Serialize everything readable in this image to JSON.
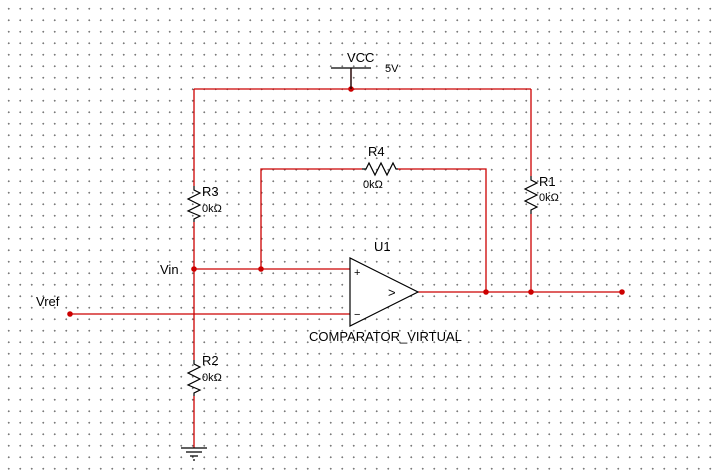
{
  "supply": {
    "name": "VCC",
    "value": "5V"
  },
  "resistors": {
    "r1": {
      "ref": "R1",
      "value": "0kΩ"
    },
    "r2": {
      "ref": "R2",
      "value": "0kΩ"
    },
    "r3": {
      "ref": "R3",
      "value": "0kΩ"
    },
    "r4": {
      "ref": "R4",
      "value": "0kΩ"
    }
  },
  "comparator": {
    "ref": "U1",
    "model": "COMPARATOR_VIRTUAL",
    "plus_pin": "+",
    "minus_pin": "−",
    "symbol": ">"
  },
  "nets": {
    "vin": "Vin",
    "vref": "Vref"
  },
  "colors": {
    "wire": "#cc0000",
    "component": "#000000",
    "grid_dot": "#7a7a7a"
  }
}
